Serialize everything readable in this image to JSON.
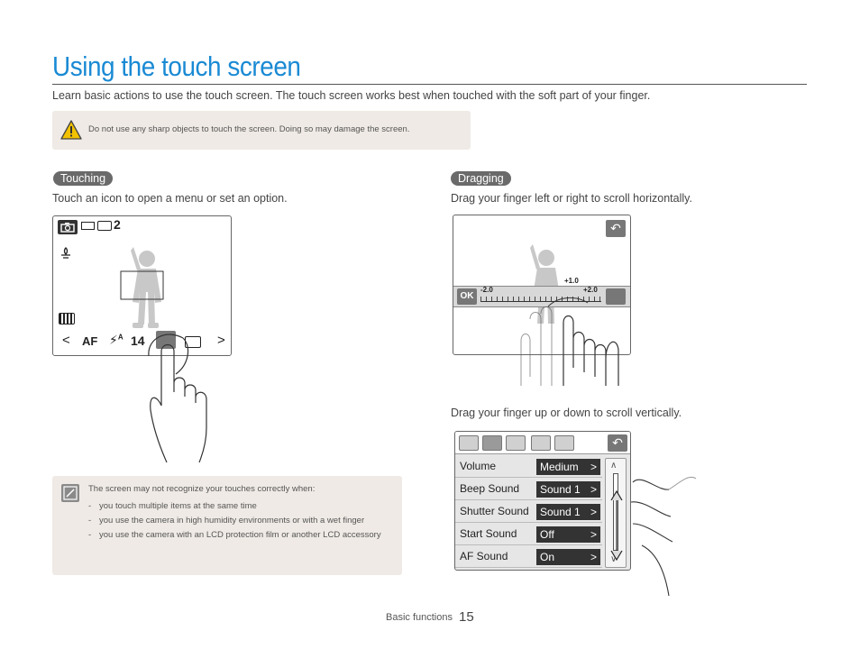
{
  "page": {
    "title": "Using the touch screen",
    "intro": "Learn basic actions to use the touch screen. The touch screen works best when touched with the soft part of your finger.",
    "warning": "Do not use any sharp objects to touch the screen. Doing so may damage the screen."
  },
  "touching": {
    "label": "Touching",
    "description": "Touch an icon to open a menu or set an option.",
    "screen": {
      "size_badge": "2",
      "af": "AF",
      "flash_suffix": "A",
      "iso": "14",
      "left_arrow": "<",
      "right_arrow": ">"
    }
  },
  "dragging": {
    "label": "Dragging",
    "description_horizontal": "Drag your finger left or right to scroll horizontally.",
    "description_vertical": "Drag your finger up or down to scroll vertically.",
    "ev_screen": {
      "ok": "OK",
      "min": "-2.0",
      "max": "+2.0",
      "current": "+1.0"
    }
  },
  "menu": {
    "rows": [
      {
        "label": "Volume",
        "value": "Medium"
      },
      {
        "label": "Beep Sound",
        "value": "Sound 1"
      },
      {
        "label": "Shutter Sound",
        "value": "Sound 1"
      },
      {
        "label": "Start Sound",
        "value": "Off"
      },
      {
        "label": "AF Sound",
        "value": "On"
      }
    ]
  },
  "note": {
    "title": "The screen may not recognize your touches correctly when:",
    "items": [
      "you touch multiple items at the same time",
      "you use the camera in high humidity environments or with a wet finger",
      "you use the camera with an LCD protection film or another LCD accessory"
    ]
  },
  "footer": {
    "section": "Basic functions",
    "page_number": "15"
  },
  "colors": {
    "title": "#1a8ad4",
    "pill": "#6a6a6a",
    "note_bg": "#efeae5"
  }
}
